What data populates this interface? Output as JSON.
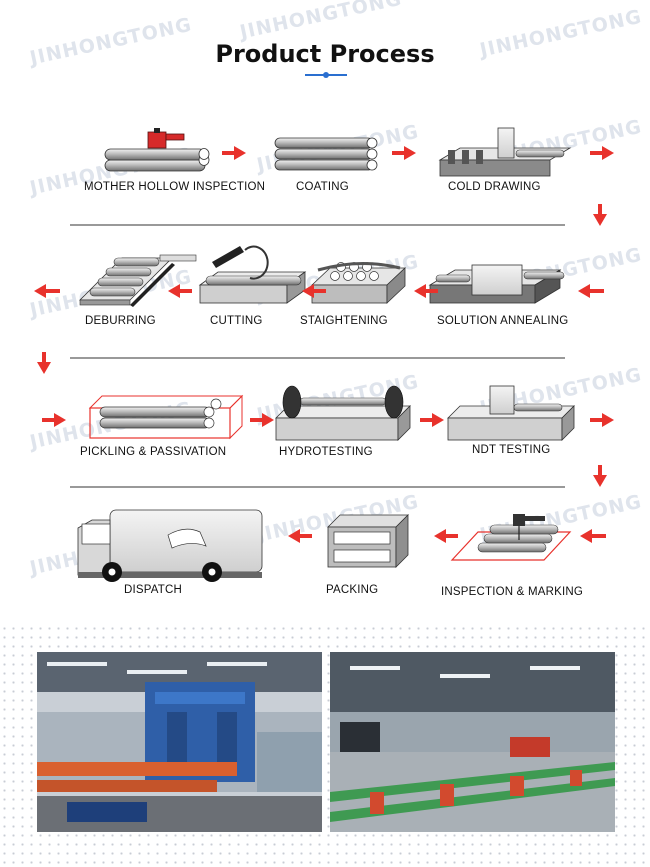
{
  "watermark": "JINHONGTONG",
  "title": "Product Process",
  "colors": {
    "arrow": "#e8322c",
    "accent": "#2a6fd0",
    "divider": "#333333",
    "highlight": "#e8322c"
  },
  "steps": [
    {
      "label": "MOTHER HOLLOW INSPECTION",
      "icon": "mother-hollow-inspection-icon"
    },
    {
      "label": "COATING",
      "icon": "coating-icon"
    },
    {
      "label": "COLD DRAWING",
      "icon": "cold-drawing-icon"
    },
    {
      "label": "SOLUTION ANNEALING",
      "icon": "solution-annealing-icon"
    },
    {
      "label": "STAIGHTENING",
      "icon": "straightening-icon"
    },
    {
      "label": "CUTTING",
      "icon": "cutting-icon"
    },
    {
      "label": "DEBURRING",
      "icon": "deburring-icon"
    },
    {
      "label": "PICKLING & PASSIVATION",
      "icon": "pickling-passivation-icon"
    },
    {
      "label": "HYDROTESTING",
      "icon": "hydrotesting-icon"
    },
    {
      "label": "NDT TESTING",
      "icon": "ndt-testing-icon"
    },
    {
      "label": "INSPECTION & MARKING",
      "icon": "inspection-marking-icon"
    },
    {
      "label": "PACKING",
      "icon": "packing-icon"
    },
    {
      "label": "DISPATCH",
      "icon": "dispatch-truck-icon"
    }
  ],
  "photos": [
    {
      "name": "factory-cold-drawing-machine-photo"
    },
    {
      "name": "factory-pipe-conveyor-line-photo"
    }
  ]
}
